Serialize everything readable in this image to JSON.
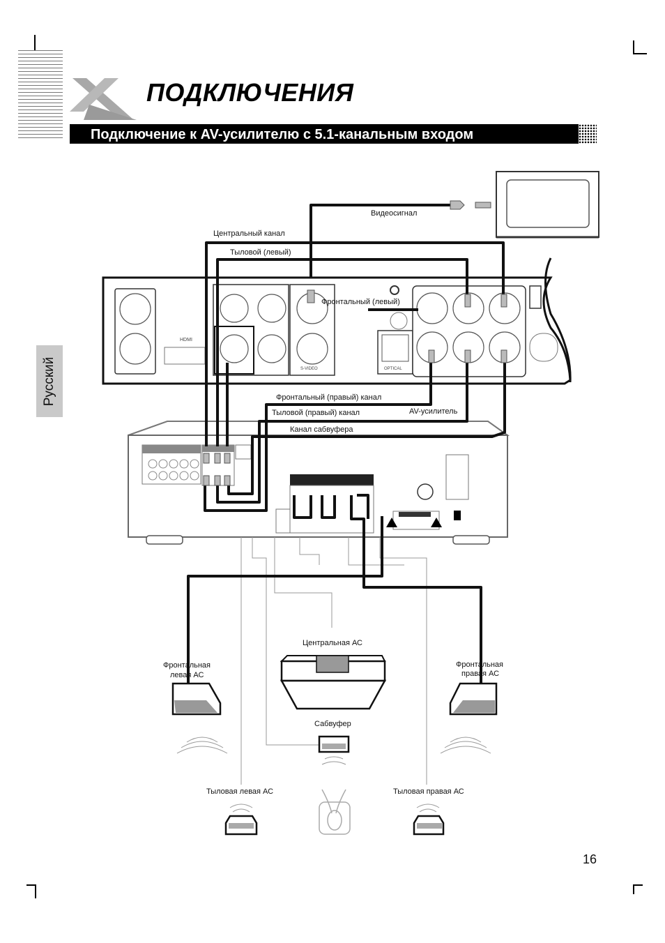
{
  "header": {
    "title": "ПОДКЛЮЧЕНИЯ",
    "section_title": "Подключение к AV-усилителю с 5.1-канальным входом",
    "language_tab": "Русский"
  },
  "diagram": {
    "labels": {
      "video_signal": "Видеосигнал",
      "center_channel": "Центральный канал",
      "rear_left": "Тыловой (левый)",
      "front_left": "Фронтальный (левый)",
      "front_right_channel": "Фронтальный (правый) канал",
      "rear_right_channel": "Тыловой (правый) канал",
      "av_amplifier": "AV-усилитель",
      "subwoofer_channel": "Канал сабвуфера",
      "center_speaker": "Центральная АС",
      "front_left_speaker_l1": "Фронтальная",
      "front_left_speaker_l2": "левая АС",
      "front_right_speaker_l1": "Фронтальная",
      "front_right_speaker_l2": "правая АС",
      "subwoofer": "Сабвуфер",
      "rear_left_speaker": "Тыловая левая АС",
      "rear_right_speaker": "Тыловая правая АС"
    },
    "device_markings": {
      "hdmi": "HDMI",
      "optical": "OPTICAL",
      "svideo": "S-VIDEO"
    }
  },
  "footer": {
    "page_number": "16"
  }
}
